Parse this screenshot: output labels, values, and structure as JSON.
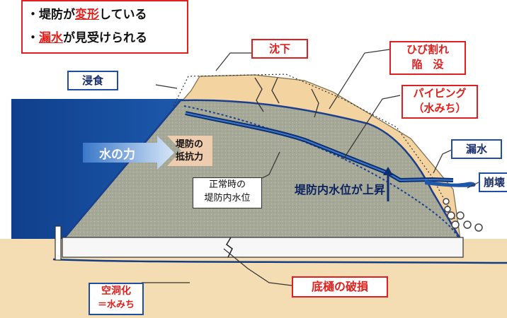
{
  "colors": {
    "water": "#1f57a8",
    "water_dark": "#123d82",
    "embankment_inner": "#a9ab9c",
    "embankment_outer": "#f3d3a0",
    "ground": "#f4dcb3",
    "sand": "#efd1a0",
    "title_red": "#e0201c"
  },
  "header": {
    "line1": {
      "bullet": "・",
      "prefix": "堤防が",
      "highlight": "変形",
      "suffix": "している"
    },
    "line2": {
      "bullet": "・",
      "highlight": "漏水",
      "suffix": "が見受けられる"
    }
  },
  "labels": {
    "chinka": "沈下",
    "hibiware_line1": "ひび割れ",
    "hibiware_line2": "陥　没",
    "piping_line1": "パイピング",
    "piping_line2": "（水みち）",
    "shinshoku": "浸食",
    "mizu_no_chikara": "水の力",
    "teibou_teikou_line1": "堤防の",
    "teibou_teikou_line2": "抵抗力",
    "seijouji_line1": "正常時の",
    "seijouji_line2": "堤防内水位",
    "suii_joushou": "堤防内水位が上昇",
    "rousui": "漏水",
    "houkai": "崩壊",
    "toi_haison": "底樋の破損",
    "kudouka_line1": "空洞化",
    "kudouka_line2": "＝水みち"
  },
  "icons": {
    "water_force_arrow": "arrow-right-icon",
    "water_level_rise_arrow": "arrow-up-icon",
    "crack": "crack-icon"
  }
}
